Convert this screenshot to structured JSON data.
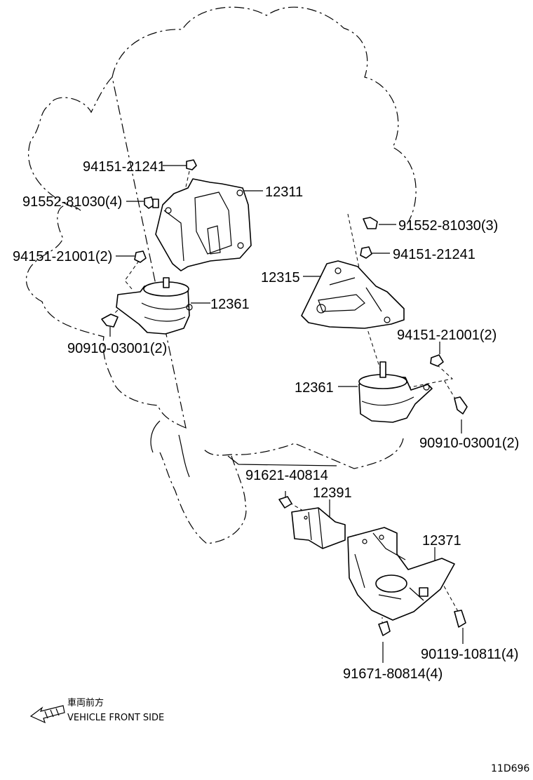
{
  "labels": {
    "bolt_94151_21241_top": "94151-21241",
    "bolt_91552_81030_4": "91552-81030(4)",
    "nut_94151_21001_2_left": "94151-21001(2)",
    "bolt_90910_03001_2_left": "90910-03001(2)",
    "part_12311": "12311",
    "part_12361_left": "12361",
    "bolt_91552_81030_3": "91552-81030(3)",
    "nut_94151_21241_right": "94151-21241",
    "part_12315": "12315",
    "nut_94151_21001_2_right": "94151-21001(2)",
    "part_12361_right": "12361",
    "bolt_90910_03001_2_right": "90910-03001(2)",
    "bolt_91621_40814": "91621-40814",
    "part_12391": "12391",
    "part_12371": "12371",
    "bolt_90119_10811_4": "90119-10811(4)",
    "bolt_91671_80814_4": "91671-80814(4)"
  },
  "legend": {
    "japanese": "車両前方",
    "english": "VEHICLE FRONT SIDE"
  },
  "figure_id": "11D696",
  "icons": {
    "direction_arrow": "front-arrow-icon"
  }
}
